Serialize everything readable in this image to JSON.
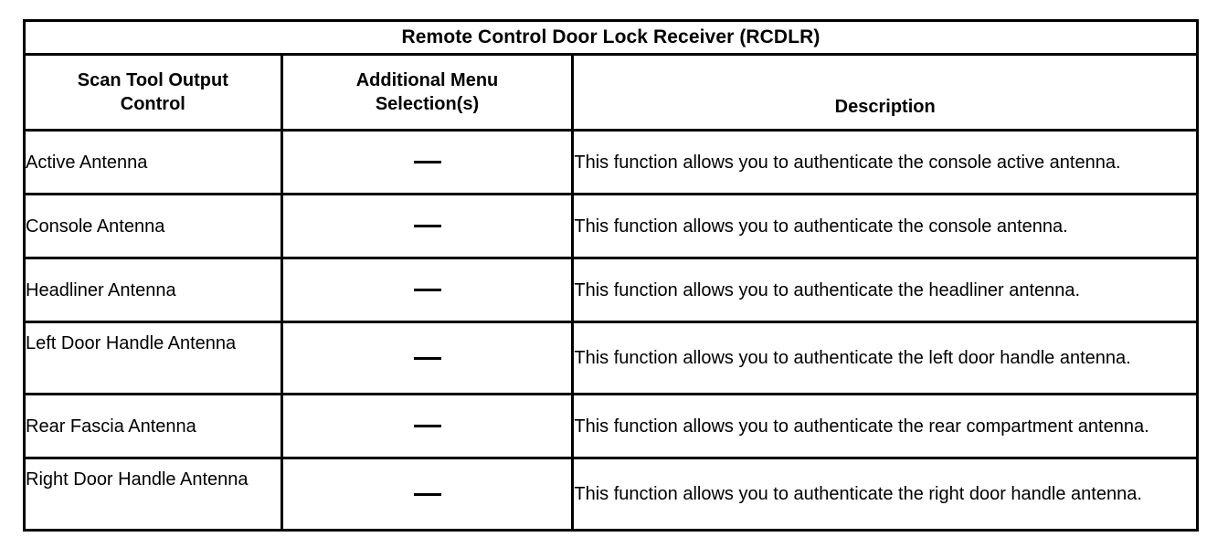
{
  "table": {
    "title": "Remote Control Door Lock Receiver (RCDLR)",
    "columns": [
      {
        "id": "control",
        "label_line1": "Scan Tool Output",
        "label_line2": "Control"
      },
      {
        "id": "menu",
        "label_line1": "Additional Menu",
        "label_line2": "Selection(s)"
      },
      {
        "id": "description",
        "label_line1": "Description",
        "label_line2": ""
      }
    ],
    "dash_symbol": "—",
    "rows": [
      {
        "control": "Active Antenna",
        "menu": "—",
        "description": "This function allows you to authenticate the console active antenna."
      },
      {
        "control": "Console Antenna",
        "menu": "—",
        "description": "This function allows you to authenticate the console antenna."
      },
      {
        "control": "Headliner Antenna",
        "menu": "—",
        "description": "This function allows you to authenticate the headliner antenna."
      },
      {
        "control": "Left Door Handle Antenna",
        "menu": "—",
        "description": "This function allows you to authenticate the left door handle antenna."
      },
      {
        "control": "Rear Fascia Antenna",
        "menu": "—",
        "description": "This function allows you to authenticate the rear compartment antenna."
      },
      {
        "control": "Right Door Handle Antenna",
        "menu": "—",
        "description": "This function allows you to authenticate the right door handle antenna."
      }
    ]
  },
  "colors": {
    "border": "#000000",
    "text": "#000000",
    "background": "#ffffff"
  }
}
